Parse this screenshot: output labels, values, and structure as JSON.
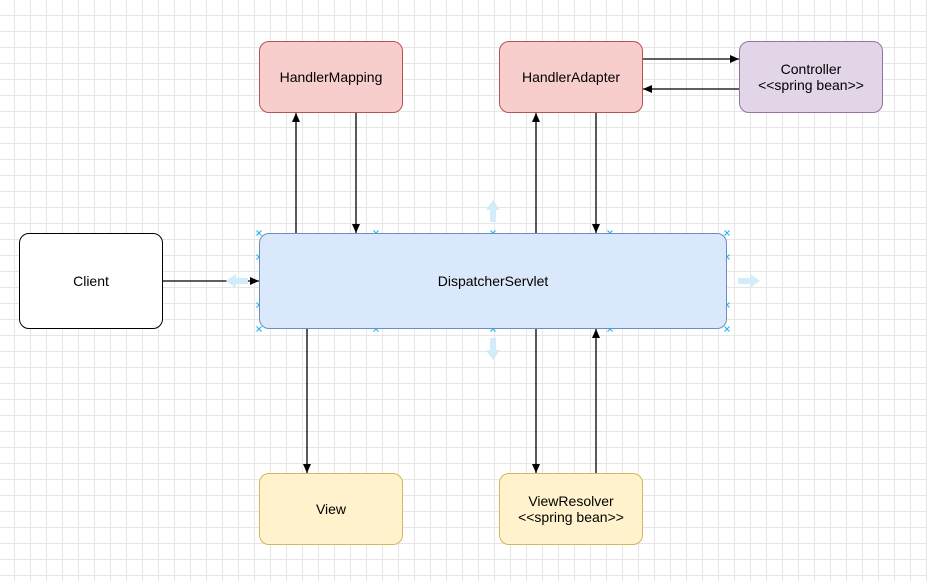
{
  "nodes": {
    "handler_mapping": {
      "label": "HandlerMapping"
    },
    "handler_adapter": {
      "label": "HandlerAdapter"
    },
    "controller": {
      "line1": "Controller",
      "line2": "<<spring bean>>"
    },
    "client": {
      "label": "Client"
    },
    "dispatcher_servlet": {
      "label": "DispatcherServlet"
    },
    "view": {
      "label": "View"
    },
    "view_resolver": {
      "line1": "ViewResolver",
      "line2": "<<spring bean>>"
    }
  },
  "colors": {
    "red_fill": "#f8cecc",
    "red_stroke": "#b85450",
    "purple_fill": "#e1d5e7",
    "purple_stroke": "#9673a6",
    "blue_fill": "#dae8fc",
    "blue_stroke": "#6c8ebf",
    "yellow_fill": "#fff2cc",
    "yellow_stroke": "#d6b656",
    "selection_handle": "#29b6f2",
    "hover_arrow": "#d3ecf9"
  },
  "edges": [
    {
      "from": "client",
      "to": "dispatcher_servlet"
    },
    {
      "from": "dispatcher_servlet",
      "to": "handler_mapping"
    },
    {
      "from": "handler_mapping",
      "to": "dispatcher_servlet"
    },
    {
      "from": "dispatcher_servlet",
      "to": "handler_adapter"
    },
    {
      "from": "handler_adapter",
      "to": "dispatcher_servlet"
    },
    {
      "from": "handler_adapter",
      "to": "controller"
    },
    {
      "from": "controller",
      "to": "handler_adapter"
    },
    {
      "from": "dispatcher_servlet",
      "to": "view"
    },
    {
      "from": "dispatcher_servlet",
      "to": "view_resolver"
    },
    {
      "from": "view_resolver",
      "to": "dispatcher_servlet"
    }
  ]
}
